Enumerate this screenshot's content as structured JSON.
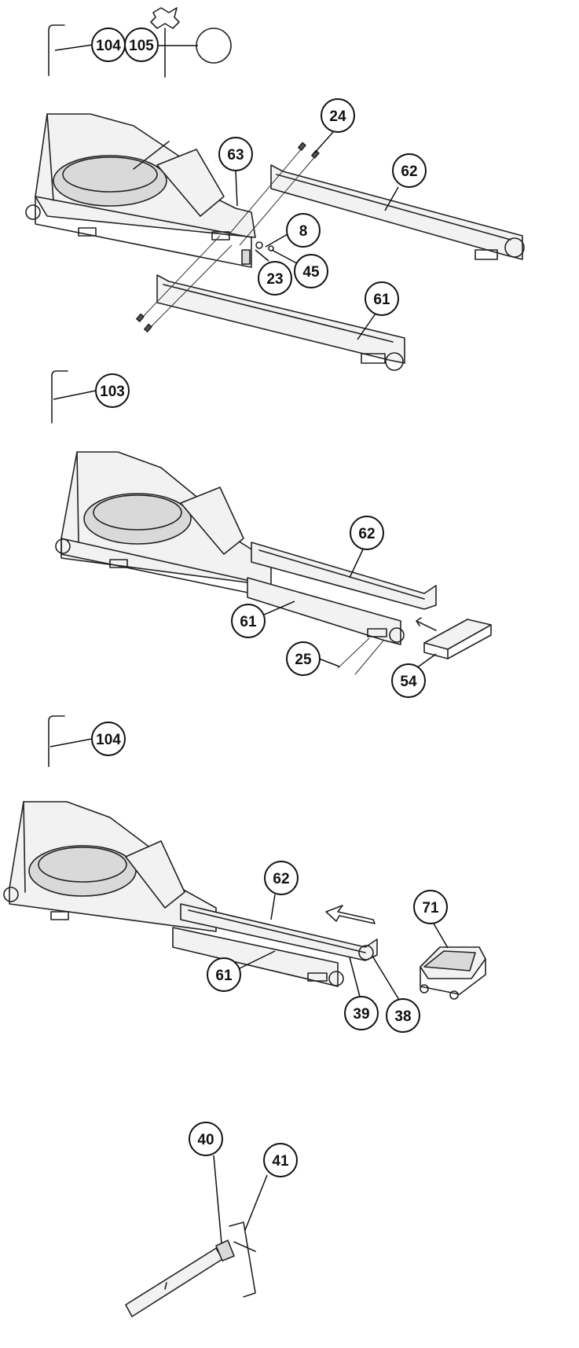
{
  "sections": [
    {
      "tools": [
        {
          "id": "hex-key-long",
          "callout": "104"
        },
        {
          "id": "cross-wrench",
          "callout": "105"
        }
      ],
      "parts": [
        "24",
        "62",
        "63",
        "8",
        "23",
        "45",
        "61"
      ]
    },
    {
      "tools": [
        {
          "id": "hex-key",
          "callout": "103"
        }
      ],
      "parts": [
        "62",
        "61",
        "25",
        "54"
      ]
    },
    {
      "tools": [
        {
          "id": "hex-key",
          "callout": "104"
        }
      ],
      "parts": [
        "62",
        "71",
        "61",
        "39",
        "38"
      ]
    },
    {
      "tools": [],
      "parts": [
        "40",
        "41"
      ]
    }
  ],
  "callouts": {
    "s1_104": "104",
    "s1_105": "105",
    "s1_24": "24",
    "s1_63": "63",
    "s1_62": "62",
    "s1_8": "8",
    "s1_23": "23",
    "s1_45": "45",
    "s1_61": "61",
    "s2_103": "103",
    "s2_62": "62",
    "s2_61": "61",
    "s2_25": "25",
    "s2_54": "54",
    "s3_104": "104",
    "s3_62": "62",
    "s3_71": "71",
    "s3_61": "61",
    "s3_39": "39",
    "s3_38": "38",
    "s4_40": "40",
    "s4_41": "41"
  },
  "icons": [
    "hex-key-icon",
    "cross-wrench-icon",
    "washer-icon",
    "arrow-icon"
  ]
}
